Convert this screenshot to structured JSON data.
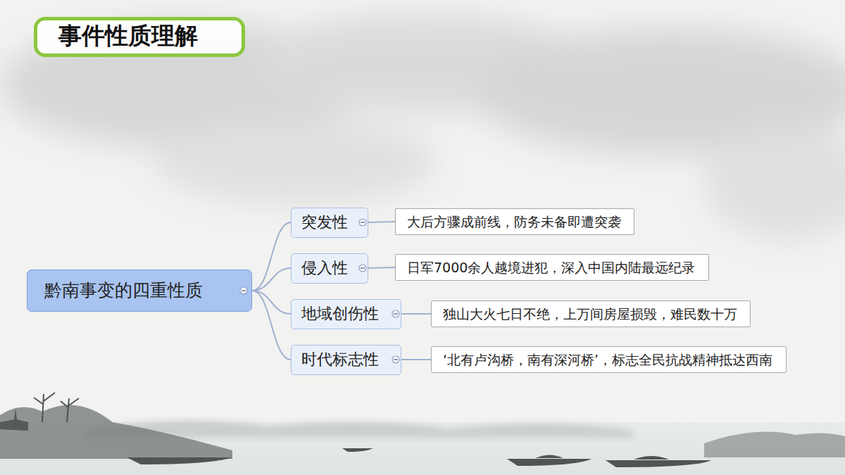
{
  "diagram": {
    "title": "事件性质理解",
    "nodes": [
      {
        "text": [
          "黔南事变的四重性质"
        ]
      },
      {
        "text": [
          "突发性"
        ]
      },
      {
        "text": [
          "大后方骤成前线，防务未备即遭突袭"
        ]
      },
      {
        "text": [
          "侵入性"
        ]
      },
      {
        "text": [
          "日军7000余人越境进犯，深入中国内陆最远纪录"
        ]
      },
      {
        "text": [
          "地域创伤性"
        ]
      },
      {
        "text": [
          "独山大火七日不绝，上万间房屋损毁，难民数十万"
        ]
      },
      {
        "text": [
          "时代标志性"
        ]
      },
      {
        "text": [
          "‘北有卢沟桥，南有深河桥’，标志全民抗战精神抵达西南"
        ]
      }
    ],
    "edges": [
      {
        "from": 0,
        "to": 1,
        "arrow": "none"
      },
      {
        "from": 1,
        "to": 2,
        "arrow": "none"
      },
      {
        "from": 0,
        "to": 3,
        "arrow": "none"
      },
      {
        "from": 3,
        "to": 4,
        "arrow": "none"
      },
      {
        "from": 0,
        "to": 5,
        "arrow": "none"
      },
      {
        "from": 5,
        "to": 6,
        "arrow": "none"
      },
      {
        "from": 0,
        "to": 7,
        "arrow": "none"
      },
      {
        "from": 7,
        "to": 8,
        "arrow": "none"
      }
    ]
  }
}
